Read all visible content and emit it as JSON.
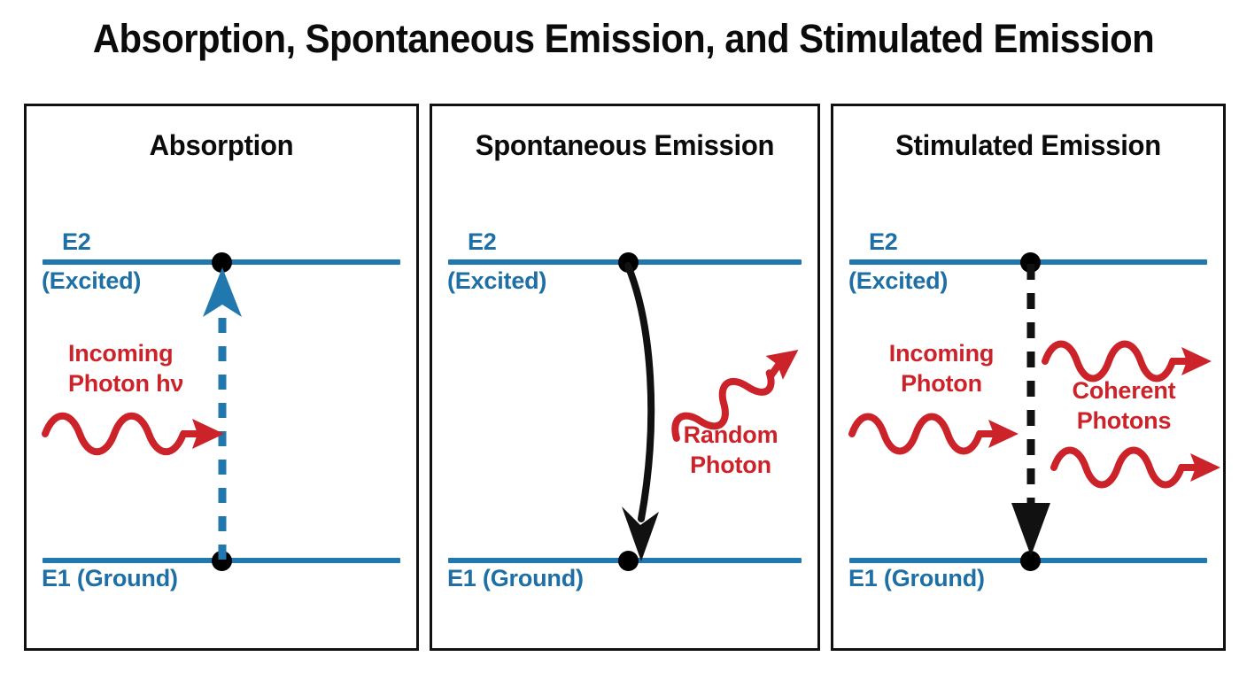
{
  "title": "Absorption, Spontaneous Emission, and Stimulated Emission",
  "colors": {
    "level_blue": "#2178ae",
    "label_blue": "#1d6fa5",
    "photon_red": "#cc2229",
    "arrow_black": "#111111",
    "panel_border": "#111111",
    "background": "#ffffff"
  },
  "levels": {
    "e2_label": "E2",
    "e2_sub": "(Excited)",
    "e1_label": "E1 (Ground)"
  },
  "panels": [
    {
      "id": "absorption",
      "title": "Absorption",
      "electron_position": "E1",
      "transition": {
        "direction": "up",
        "style": "dashed",
        "color": "#2178ae",
        "from": "E1",
        "to": "E2"
      },
      "photons": [
        {
          "role": "incoming",
          "label_lines": [
            "Incoming",
            "Photon hν"
          ],
          "wave_color": "#cc2229",
          "direction": "right",
          "cycles": 3.5
        }
      ]
    },
    {
      "id": "spontaneous-emission",
      "title": "Spontaneous Emission",
      "electron_position": "E2",
      "transition": {
        "direction": "down",
        "style": "curved-solid",
        "color": "#111111",
        "from": "E2",
        "to": "E1"
      },
      "photons": [
        {
          "role": "emitted-random",
          "label_lines": [
            "Random",
            "Photon"
          ],
          "wave_color": "#cc2229",
          "direction": "up-right",
          "cycles": 3.5
        }
      ]
    },
    {
      "id": "stimulated-emission",
      "title": "Stimulated Emission",
      "electron_position": "E2",
      "transition": {
        "direction": "down",
        "style": "dashed",
        "color": "#111111",
        "from": "E2",
        "to": "E1"
      },
      "photons": [
        {
          "role": "incoming",
          "label_lines": [
            "Incoming",
            "Photon"
          ],
          "wave_color": "#cc2229",
          "direction": "right",
          "cycles": 3.5
        },
        {
          "role": "coherent-pair",
          "label_lines": [
            "Coherent",
            "Photons"
          ],
          "wave_color": "#cc2229",
          "direction": "right",
          "cycles": 3.5,
          "count": 2
        }
      ]
    }
  ]
}
